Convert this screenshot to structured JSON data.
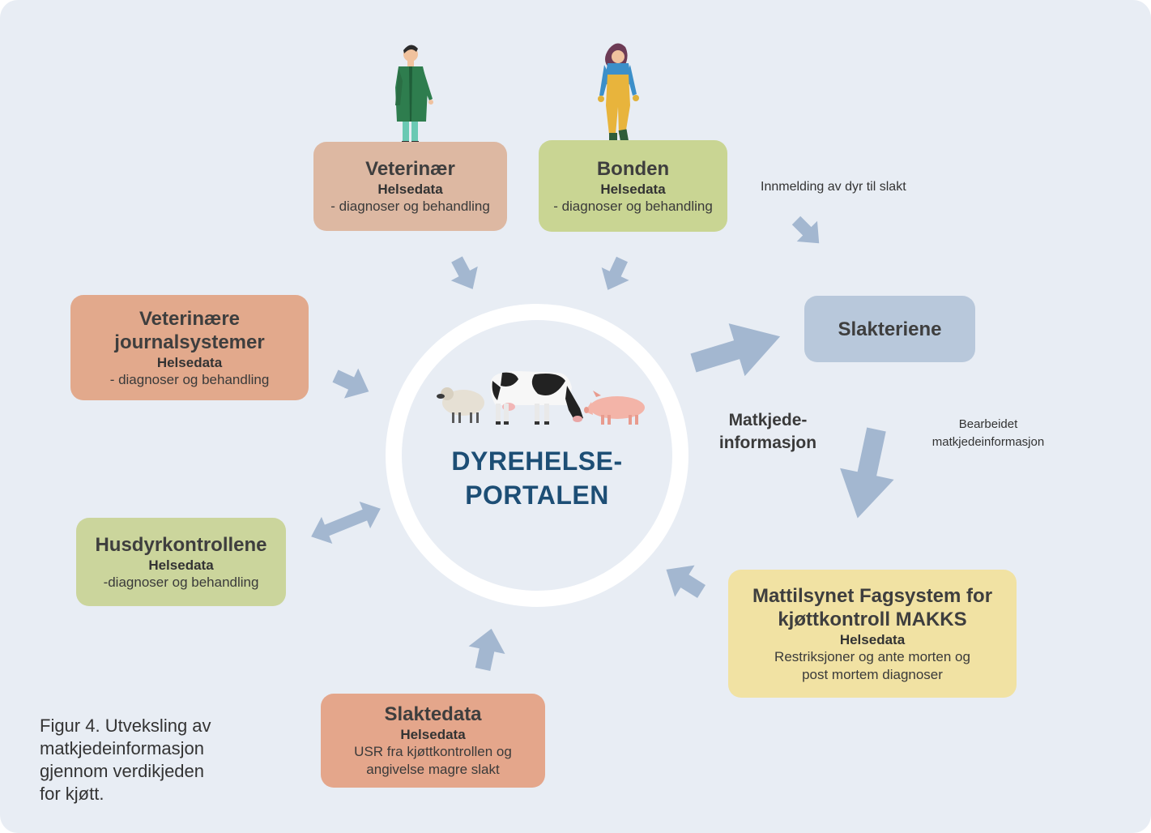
{
  "colors": {
    "background": "#e8edf4",
    "arrow": "#a3b7d0",
    "portal_text": "#1d4e75",
    "veterinaer_box": "#ddb8a2",
    "bonden_box": "#c9d593",
    "journal_box": "#e2a98c",
    "husdyr_box": "#cbd59c",
    "slaktedata_box": "#e4a68b",
    "mattilsynet_box": "#f1e2a3",
    "slakteriene_box": "#b8c8db"
  },
  "portal": {
    "title_line1": "DYREHELSE-",
    "title_line2": "PORTALEN"
  },
  "boxes": {
    "veterinaer": {
      "title": "Veterinær",
      "sub": "Helsedata",
      "desc": "- diagnoser og behandling"
    },
    "bonden": {
      "title": "Bonden",
      "sub": "Helsedata",
      "desc": "- diagnoser og behandling"
    },
    "journal": {
      "title_line1": "Veterinære",
      "title_line2": "journalsystemer",
      "sub": "Helsedata",
      "desc": "- diagnoser og behandling"
    },
    "husdyr": {
      "title": "Husdyrkontrollene",
      "sub": "Helsedata",
      "desc": "-diagnoser og behandling"
    },
    "slaktedata": {
      "title": "Slaktedata",
      "sub": "Helsedata",
      "desc_line1": "USR fra kjøttkontrollen og",
      "desc_line2": "angivelse magre slakt"
    },
    "mattilsynet": {
      "title_line1": "Mattilsynet Fagsystem for",
      "title_line2": "kjøttkontroll MAKKS",
      "sub": "Helsedata",
      "desc_line1": "Restriksjoner og ante morten og",
      "desc_line2": "post mortem diagnoser"
    },
    "slakteriene": {
      "title": "Slakteriene"
    }
  },
  "labels": {
    "innmelding": "Innmelding av dyr til slakt",
    "matkjede_line1": "Matkjede-",
    "matkjede_line2": "informasjon",
    "bearbeidet_line1": "Bearbeidet",
    "bearbeidet_line2": "matkjedeinformasjon"
  },
  "caption": {
    "line1": "Figur 4. Utveksling av",
    "line2": "matkjedeinformasjon",
    "line3": "gjennom verdikjeden",
    "line4": "for kjøtt."
  },
  "icons": [
    "veterinarian-figure",
    "farmer-figure",
    "sheep-icon",
    "cow-icon",
    "pig-icon"
  ]
}
